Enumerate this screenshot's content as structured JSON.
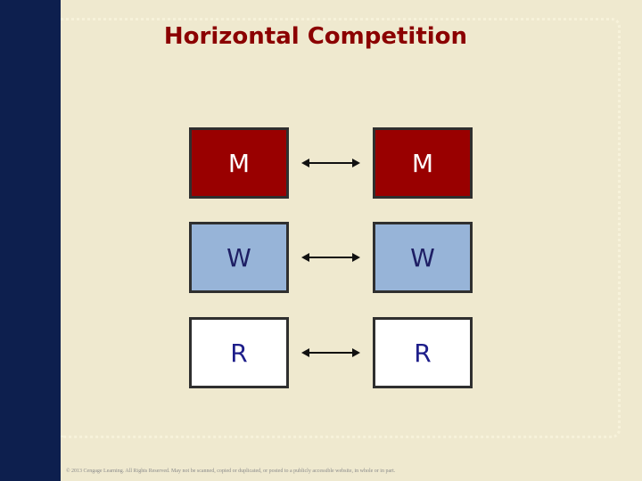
{
  "title": "Horizontal Competition",
  "levels": [
    {
      "left": "M",
      "right": "M",
      "fill": "#990000"
    },
    {
      "left": "W",
      "right": "W",
      "fill": "#97b4d8"
    },
    {
      "left": "R",
      "right": "R",
      "fill": "#ffffff"
    }
  ],
  "footer": "© 2013 Cengage Learning. All Rights Reserved. May not be scanned, copied or duplicated, or posted to a publicly accessible website, in whole or in part."
}
